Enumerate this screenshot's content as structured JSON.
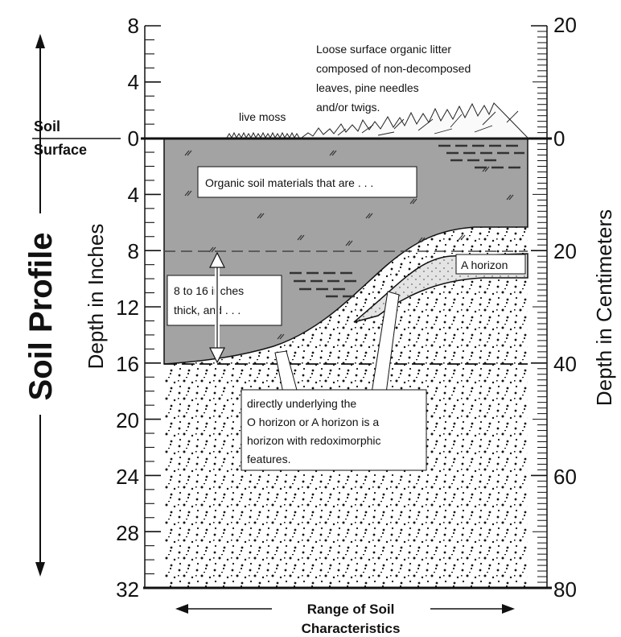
{
  "title": "Soil Profile",
  "soil_surface": {
    "line1": "Soil",
    "line2": "Surface"
  },
  "left_axis": {
    "title": "Depth in Inches",
    "ticks": [
      "8",
      "4",
      "0",
      "4",
      "8",
      "12",
      "16",
      "20",
      "24",
      "28",
      "32"
    ]
  },
  "right_axis": {
    "title": "Depth in Centimeters",
    "ticks": [
      "20",
      "0",
      "20",
      "40",
      "60",
      "80"
    ]
  },
  "bottom": {
    "line1": "Range of Soil",
    "line2": "Characteristics"
  },
  "annotations": {
    "litter": [
      "Loose surface organic litter",
      "composed of non-decomposed",
      "leaves, pine needles",
      "and/or twigs."
    ],
    "moss": "live moss",
    "organic": "Organic soil materials that are . . .",
    "thickness": [
      "8 to 16 inches",
      "thick, and . . ."
    ],
    "a_horizon": "A horizon",
    "underlying": [
      "directly underlying the",
      "O horizon or A horizon is a",
      "horizon with redoximorphic",
      "features."
    ]
  },
  "colors": {
    "organic_fill": "#a3a3a3",
    "ink": "#111111",
    "paper": "#ffffff",
    "a_horizon_fill": "#e4e4e4"
  }
}
